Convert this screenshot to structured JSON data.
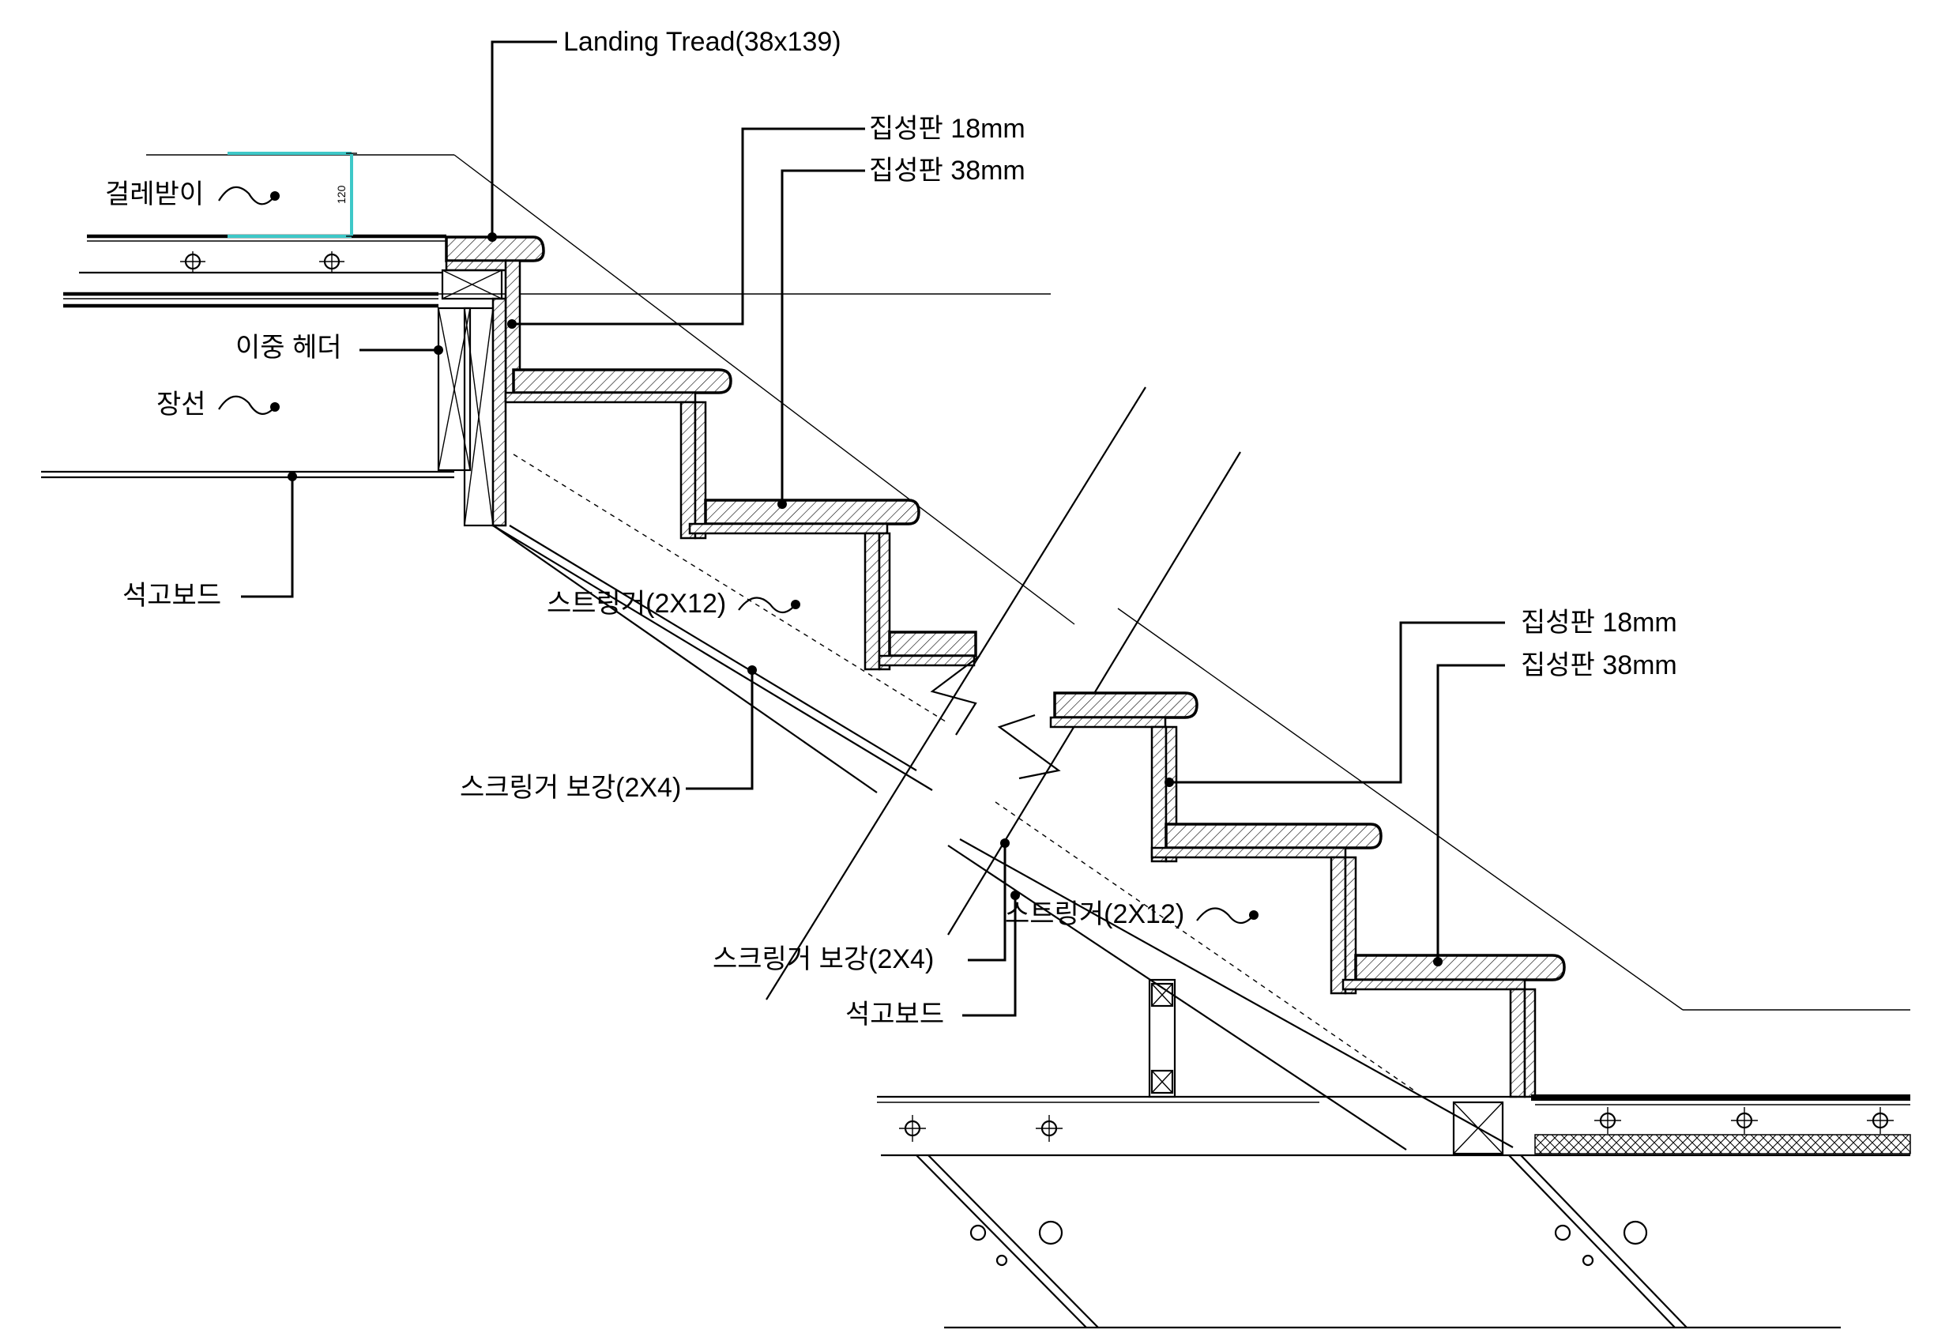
{
  "labels": {
    "landing_tread": "Landing Tread(38x139)",
    "plywood_18_top": "집성판 18mm",
    "plywood_38_top": "집성판 38mm",
    "baseboard": "걸레받이",
    "double_header": "이중 헤더",
    "joist": "장선",
    "gypsum_top": "석고보드",
    "stringer_top": "스트링거(2X12)",
    "stringer_reinf_top": "스크링거 보강(2X4)",
    "plywood_18_bottom": "집성판 18mm",
    "plywood_38_bottom": "집성판 38mm",
    "stringer_bottom": "스트링거(2X12)",
    "stringer_reinf_bottom": "스크링거 보강(2X4)",
    "gypsum_bottom": "석고보드"
  },
  "dimension": {
    "baseboard_height": "120"
  },
  "colors": {
    "line": "#000000",
    "dimension_highlight": "#3ec8c8",
    "background": "#ffffff"
  }
}
